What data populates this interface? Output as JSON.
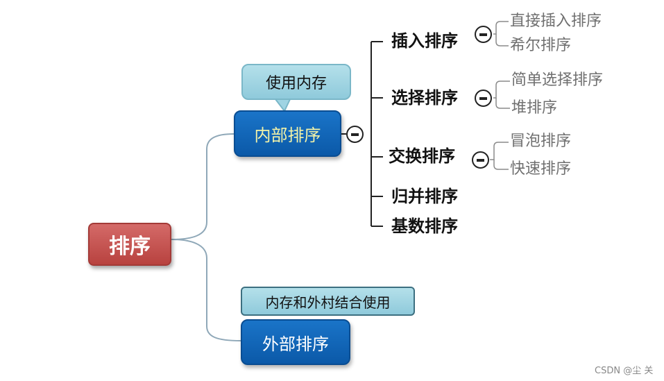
{
  "root": {
    "label": "排序"
  },
  "internal": {
    "label": "内部排序",
    "note": "使用内存",
    "children": [
      {
        "label": "插入排序",
        "children": [
          "直接插入排序",
          "希尔排序"
        ]
      },
      {
        "label": "选择排序",
        "children": [
          "简单选择排序",
          "堆排序"
        ]
      },
      {
        "label": "交换排序",
        "children": [
          "冒泡排序",
          "快速排序"
        ]
      },
      {
        "label": "归并排序"
      },
      {
        "label": "基数排序"
      }
    ]
  },
  "external": {
    "label": "外部排序",
    "note": "内存和外村结合使用"
  },
  "watermark": "CSDN @尘 关",
  "colors": {
    "root": "#c0504d",
    "node_blue": "#0b5fb0",
    "callout": "#9fd4e3",
    "connector": "#8fa8b8"
  }
}
